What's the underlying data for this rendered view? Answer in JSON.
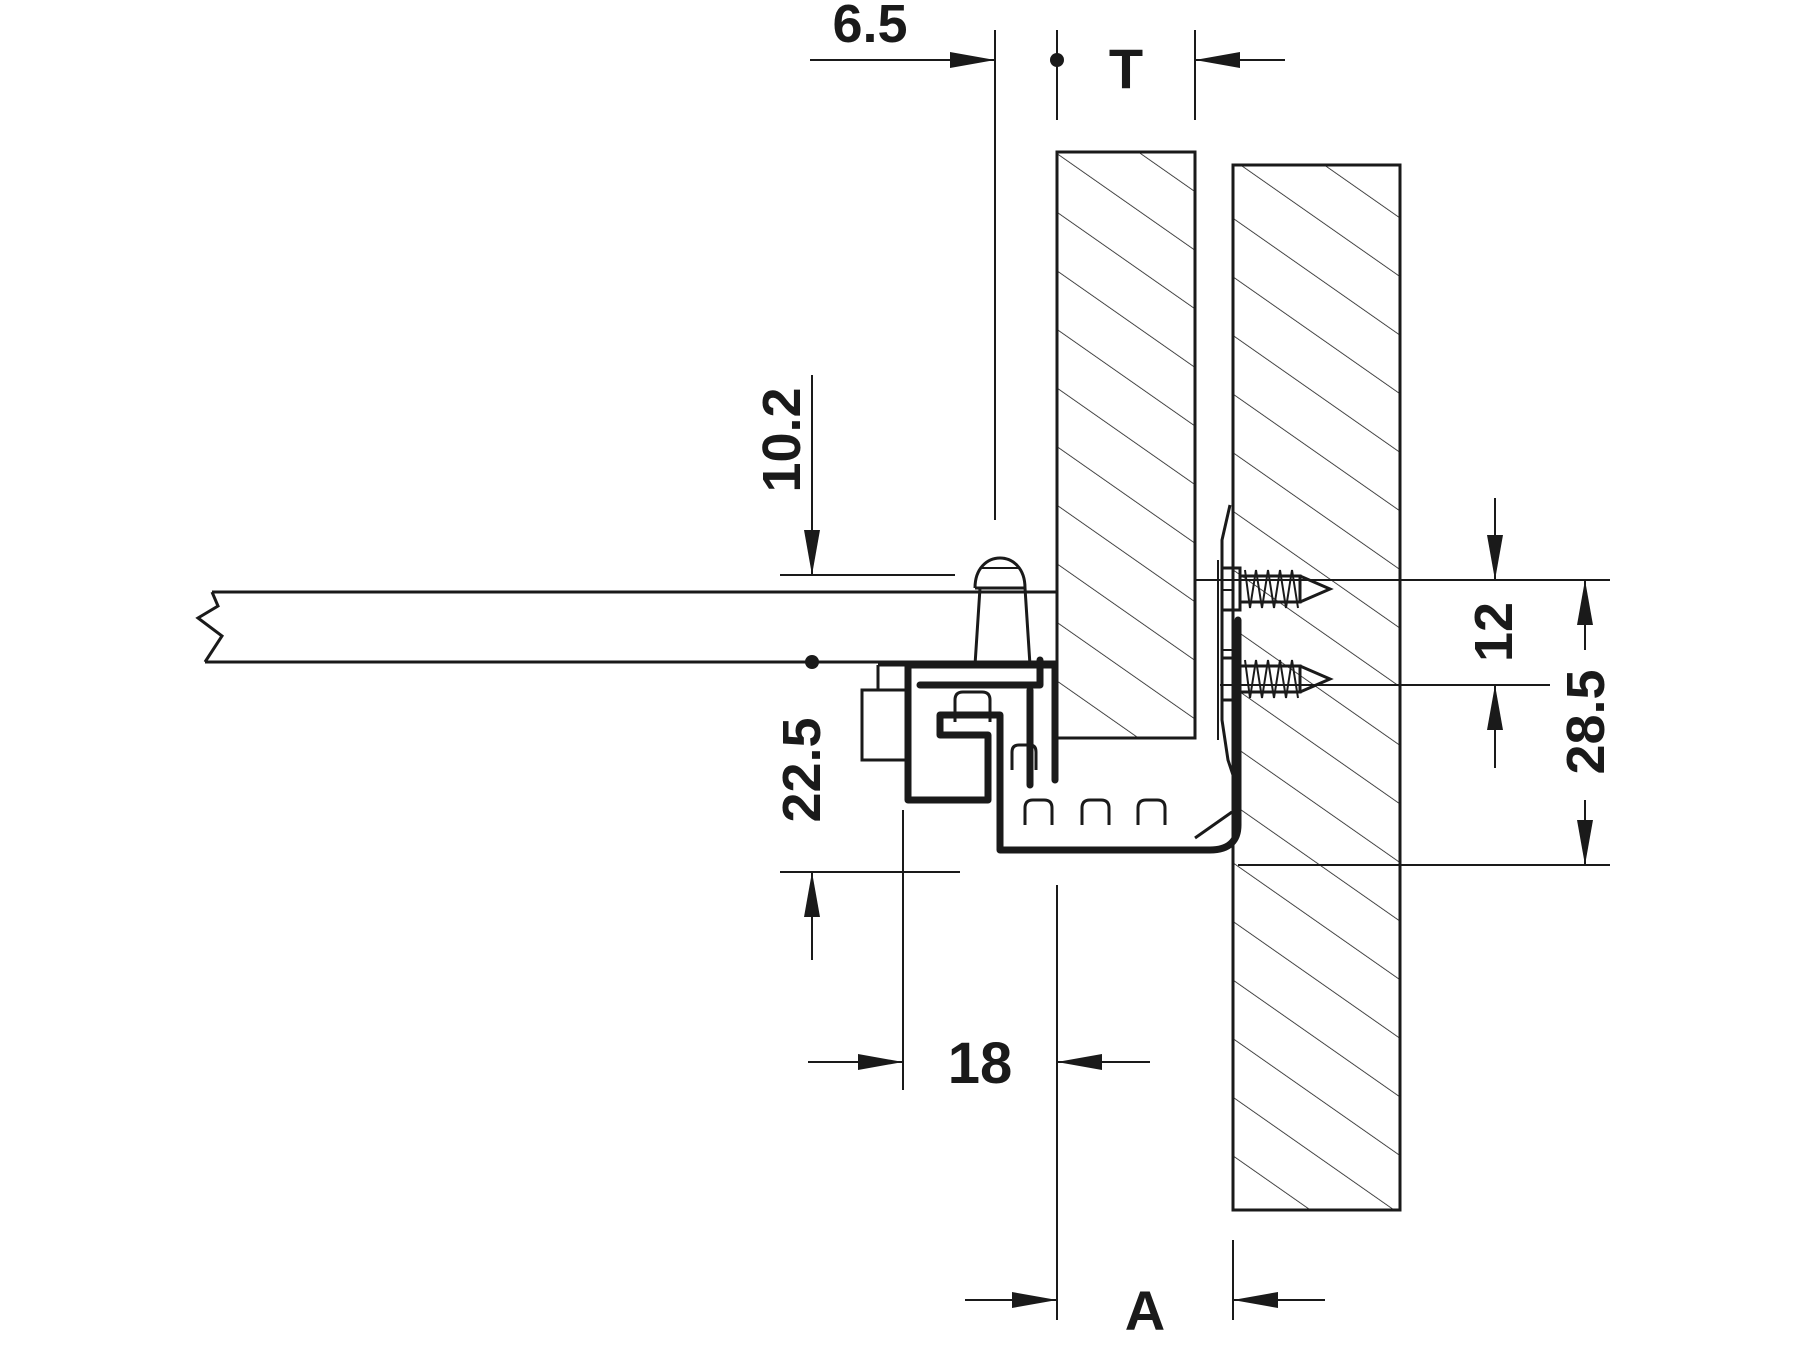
{
  "diagram": {
    "dimensions": {
      "top_offset": "6.5",
      "thickness_t": "T",
      "height_10_2": "10.2",
      "height_22_5": "22.5",
      "width_18": "18",
      "gap_a": "A",
      "screw_spacing": "12",
      "bracket_height": "28.5"
    },
    "parts": {
      "drawer_bottom": "drawer-bottom-panel",
      "drawer_side": "drawer-side-panel",
      "cabinet_side": "cabinet-side-panel",
      "runner": "runner-profile",
      "screws": "mounting-screws"
    }
  }
}
